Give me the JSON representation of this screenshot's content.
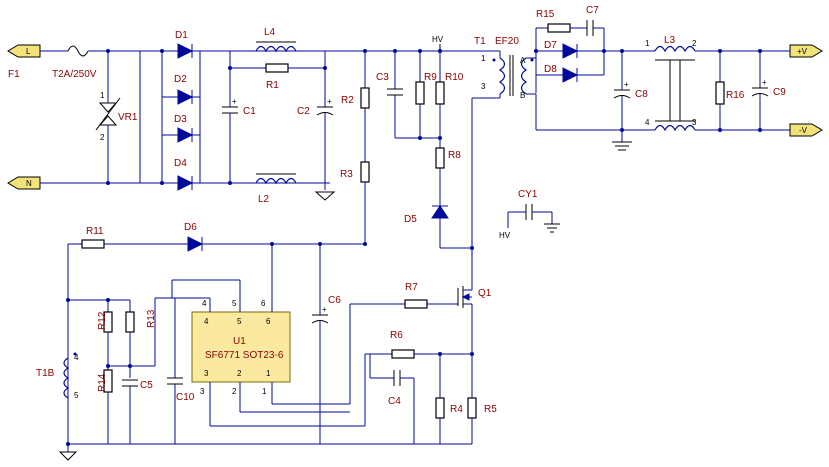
{
  "components": {
    "F1": "F1",
    "fuse_rating": "T2A/250V",
    "VR1": "VR1",
    "D1": "D1",
    "D2": "D2",
    "D3": "D3",
    "D4": "D4",
    "L4": "L4",
    "L2": "L2",
    "R1": "R1",
    "C1": "C1",
    "C2": "C2",
    "R2": "R2",
    "R3": "R3",
    "C3": "C3",
    "R9": "R9",
    "R10": "R10",
    "R8": "R8",
    "D5": "D5",
    "T1": "T1",
    "EF20": "EF20",
    "R15": "R15",
    "C7": "C7",
    "D7": "D7",
    "D8": "D8",
    "C8": "C8",
    "L3": "L3",
    "R16": "R16",
    "C9": "C9",
    "CY1": "CY1",
    "R11": "R11",
    "D6": "D6",
    "U1": "U1",
    "U1_part": "SF6771 SOT23-6",
    "C6": "C6",
    "R7": "R7",
    "Q1": "Q1",
    "R6": "R6",
    "C4": "C4",
    "R4": "R4",
    "R5": "R5",
    "R12": "R12",
    "R13": "R13",
    "R14": "R14",
    "C5": "C5",
    "C10": "C10",
    "T1B": "T1B"
  },
  "connectors": {
    "L": "L",
    "N": "N",
    "plus_v": "+V",
    "minus_v": "-V"
  },
  "nets": {
    "HV_top": "HV",
    "HV_cy": "HV"
  },
  "pins": {
    "vr1_1": "1",
    "vr1_2": "2",
    "t1_1": "1",
    "t1_3": "3",
    "t1_A": "A",
    "t1_B": "B",
    "l3_1": "1",
    "l3_2": "2",
    "l3_4": "4",
    "l3_3": "3",
    "u1_4a": "4",
    "u1_5": "5",
    "u1_6a": "6",
    "u1_4": "4",
    "u1_6": "6",
    "u1_3": "3",
    "u1_2": "2",
    "u1_1": "1",
    "u1_3b": "3",
    "u1_2b": "2",
    "u1_1b": "1",
    "t1b_4": "4",
    "t1b_5": "5"
  },
  "polarity": {
    "c1": "+",
    "c2": "+",
    "c8": "+",
    "c9": "+",
    "c6": "+"
  }
}
